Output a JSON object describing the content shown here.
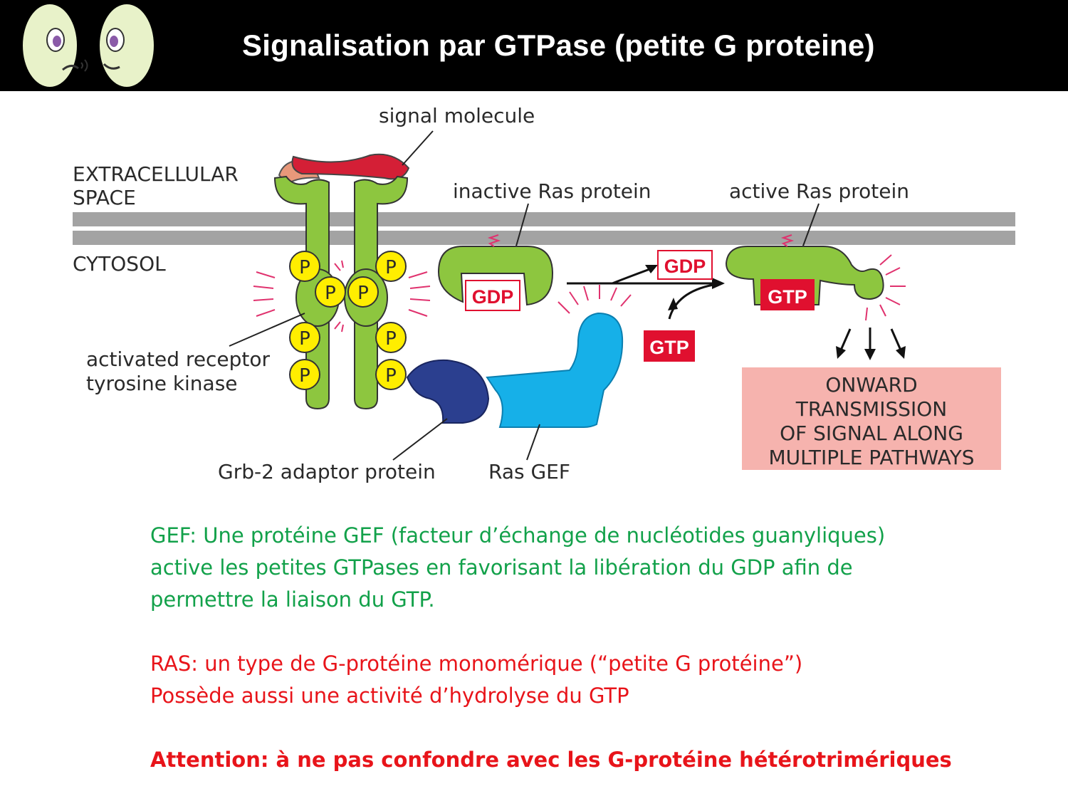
{
  "title": "Signalisation par GTPase (petite G proteine)",
  "diagram": {
    "labels": {
      "signal_molecule": "signal molecule",
      "extracellular_line1": "EXTRACELLULAR",
      "extracellular_line2": "SPACE",
      "cytosol": "CYTOSOL",
      "inactive_ras": "inactive Ras protein",
      "active_ras": "active Ras protein",
      "receptor_line1": "activated receptor",
      "receptor_line2": "tyrosine kinase",
      "grb2": "Grb-2 adaptor protein",
      "ras_gef": "Ras GEF",
      "onward_line1": "ONWARD",
      "onward_line2": "TRANSMISSION",
      "onward_line3": "OF SIGNAL ALONG",
      "onward_line4": "MULTIPLE PATHWAYS"
    },
    "phosphate": "P",
    "gdp": "GDP",
    "gtp": "GTP"
  },
  "notes": {
    "gef_line1": "GEF: Une protéine GEF (facteur d’échange de nucléotides guanyliques)",
    "gef_line2": "active les petites GTPases en favorisant la libération du GDP afin de",
    "gef_line3": "permettre la liaison du GTP.",
    "ras_line1": "RAS: un type de G-protéine monomérique (“petite G protéine”)",
    "ras_line2": "Possède aussi une activité d’hydrolyse du GTP",
    "attention": "Attention: à ne pas confondre avec les G-protéine hétérotrimériques"
  },
  "colors": {
    "header_bg": "#000000",
    "receptor_green": "#8dc63f",
    "phosphate_yellow": "#ffee00",
    "grb2_navy": "#2b3f8f",
    "gef_cyan": "#16b0e8",
    "gtp_red": "#e0102f",
    "onward_pink": "#f6b3ae",
    "note_green": "#12a14a",
    "note_red": "#e8141a"
  }
}
